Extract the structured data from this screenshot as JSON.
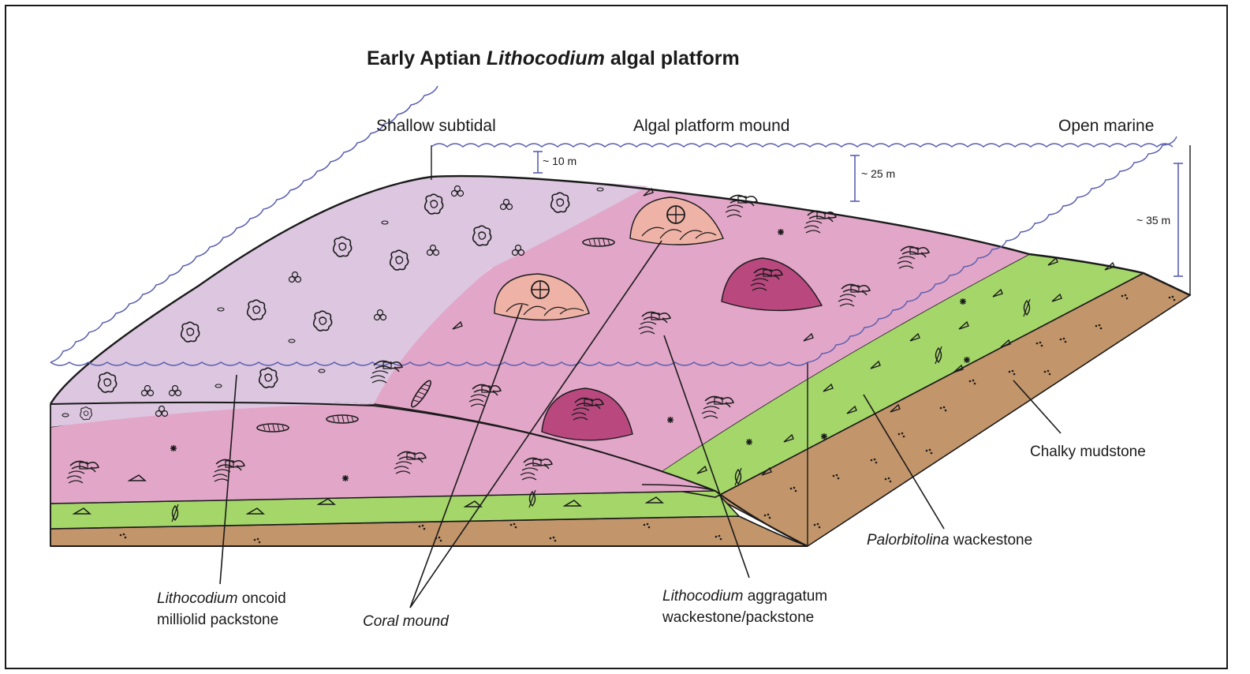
{
  "title": {
    "part1": "Early Aptian ",
    "part2": "Lithocodium",
    "part3": " algal platform"
  },
  "zones": {
    "shallow": "Shallow subtidal",
    "mound": "Algal platform mound",
    "open": "Open marine"
  },
  "depths": {
    "d10": "~ 10 m",
    "d25": "~ 25 m",
    "d35": "~ 35 m"
  },
  "facies": {
    "oncoid": {
      "line1_italic": "Lithocodium",
      "line1_rest": " oncoid",
      "line2": "milliolid packstone"
    },
    "coral": {
      "label": "Coral mound"
    },
    "aggragatum": {
      "line1_italic": "Lithocodium",
      "line1_rest": " aggragatum",
      "line2": "wackestone/packstone"
    },
    "palorbitolina": {
      "italic": "Palorbitolina",
      "rest": " wackestone"
    },
    "chalky": {
      "label": "Chalky mudstone"
    }
  },
  "colors": {
    "lilac": "#dcc6e0",
    "pink": "#e2a6c8",
    "green": "#a4d66a",
    "brown": "#c2956a",
    "coral_mound": "#eeb2a6",
    "dark_mound": "#b8487e",
    "water_line": "#5a5fb0"
  }
}
